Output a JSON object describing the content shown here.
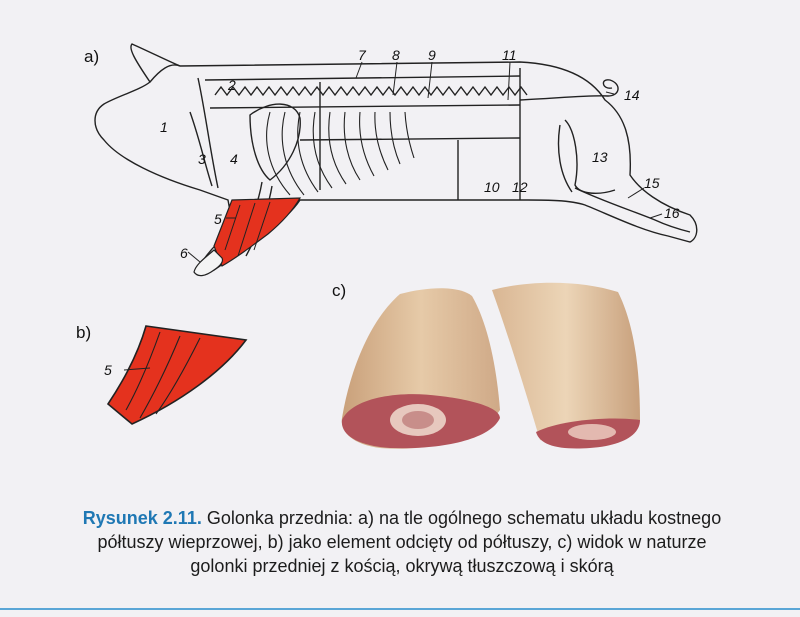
{
  "panels": {
    "a": "a)",
    "b": "b)",
    "c": "c)"
  },
  "numbers": {
    "n1": "1",
    "n2": "2",
    "n3": "3",
    "n4": "4",
    "n5": "5",
    "n6": "6",
    "n7": "7",
    "n8": "8",
    "n9": "9",
    "n10": "10",
    "n11": "11",
    "n12": "12",
    "n13": "13",
    "n14": "14",
    "n15": "15",
    "n16": "16",
    "b5": "5"
  },
  "caption": {
    "label": "Rysunek 2.11.",
    "line1": "Golonka przednia: a) na tle ogólnego schematu układu kostnego",
    "line2": "półtuszy wieprzowej, b) jako element odcięty od półtuszy, c) widok w naturze",
    "line3": "golonki przedniej z kością, okrywą tłuszczową i skórą"
  },
  "colors": {
    "highlight": "#e4321e",
    "caption_label": "#1f78b4",
    "rule": "#5aa6d6"
  }
}
